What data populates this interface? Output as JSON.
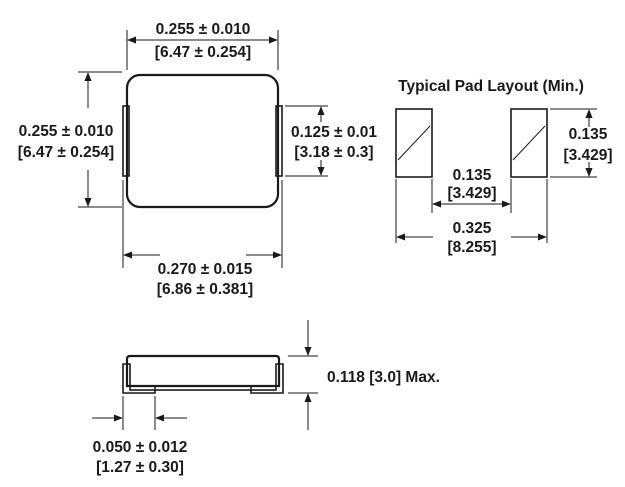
{
  "top_view": {
    "width_dim": {
      "line1": "0.255 ± 0.010",
      "line2": "[6.47 ± 0.254]"
    },
    "height_dim": {
      "line1": "0.255 ± 0.010",
      "line2": "[6.47 ± 0.254]"
    },
    "terminal_height_dim": {
      "line1": "0.125 ± 0.01",
      "line2": "[3.18 ± 0.3]"
    },
    "overall_width_dim": {
      "line1": "0.270 ± 0.015",
      "line2": "[6.86 ± 0.381]"
    }
  },
  "pad_layout": {
    "title": "Typical Pad Layout (Min.)",
    "pad_height_dim": {
      "line1": "0.135",
      "line2": "[3.429]"
    },
    "pad_gap_dim": {
      "line1": "0.135",
      "line2": "[3.429]"
    },
    "pad_span_dim": {
      "line1": "0.325",
      "line2": "[8.255]"
    }
  },
  "side_view": {
    "height_dim": "0.118 [3.0] Max.",
    "terminal_width_dim": {
      "line1": "0.050 ± 0.012",
      "line2": "[1.27 ± 0.30]"
    }
  }
}
